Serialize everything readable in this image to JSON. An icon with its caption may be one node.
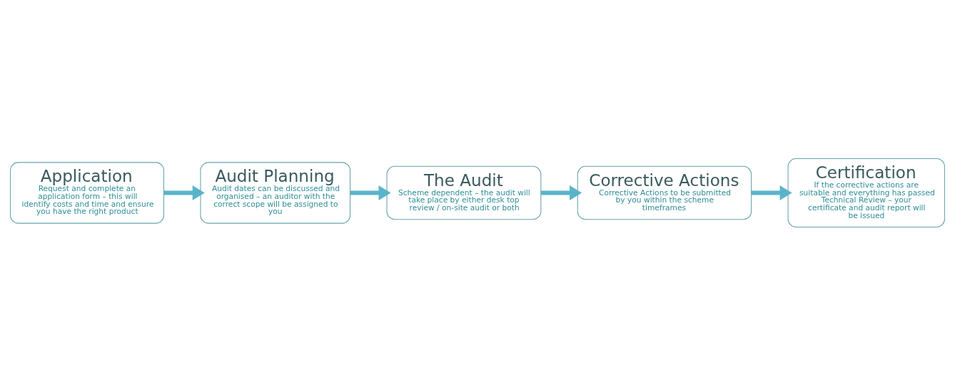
{
  "diagram": {
    "nodes": [
      {
        "text": [
          "Application",
          "Request and complete an application form – this will identify costs and time and ensure you have the right product"
        ]
      },
      {
        "text": [
          "Audit Planning",
          "Audit dates can be discussed and organised – an auditor with the correct scope will be assigned to you"
        ]
      },
      {
        "text": [
          "The Audit",
          "Scheme dependent – the audit will take place by either desk top review / on-site audit or both"
        ]
      },
      {
        "text": [
          "Corrective Actions",
          "Corrective Actions to be submitted by you within the scheme timeframes"
        ]
      },
      {
        "text": [
          "Certification",
          "If the corrective actions are suitable and everything has passed Technical Review – your certificate and audit report will be issued"
        ]
      }
    ],
    "edges": [
      {
        "from": 0,
        "to": 1,
        "arrow": "to"
      },
      {
        "from": 1,
        "to": 2,
        "arrow": "to"
      },
      {
        "from": 2,
        "to": 3,
        "arrow": "to"
      },
      {
        "from": 3,
        "to": 4,
        "arrow": "to"
      }
    ]
  }
}
